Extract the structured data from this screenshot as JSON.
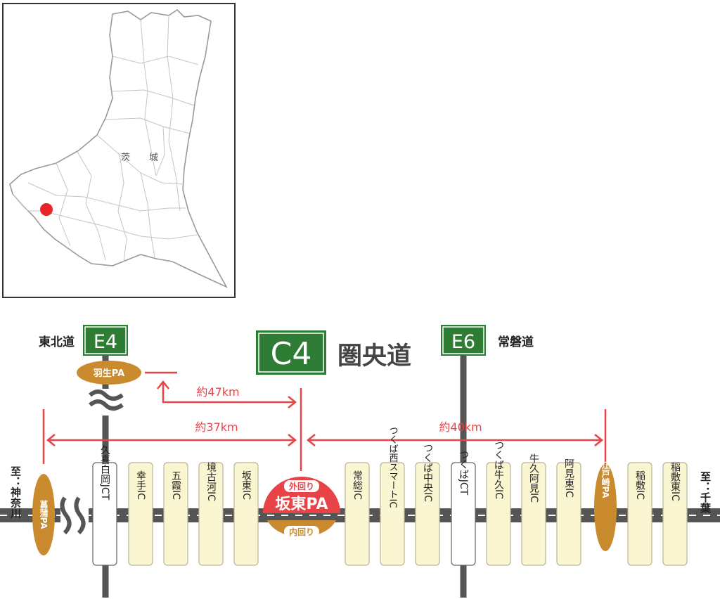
{
  "locator_map": {
    "prefecture_label_chars": [
      "茨",
      "城"
    ],
    "marker_color": "#e8262a"
  },
  "expressway": {
    "route_code": "C4",
    "route_name": "圏央道",
    "route_badge_color": "#2f7d34"
  },
  "junction_routes": [
    {
      "code": "E4",
      "name": "東北道"
    },
    {
      "code": "E6",
      "name": "常磐道"
    }
  ],
  "parking_areas": {
    "hanyu": "羽生PA",
    "sashima_left": "菖蒲PA",
    "edosaki": "江戸崎PA"
  },
  "distances": {
    "to_hanyu": "約47km",
    "to_west_pa": "約37km",
    "to_east_pa": "約40km"
  },
  "highlight": {
    "name": "坂東PA",
    "outer": "外回り",
    "inner": "内回り",
    "color": "#e84448",
    "inner_color": "#c98b2e"
  },
  "ends": {
    "west": "至：神奈川",
    "east": "至：千葉"
  },
  "interchanges_west": [
    "久喜白岡JCT",
    "幸手IC",
    "五霞IC",
    "境古河IC",
    "坂東IC"
  ],
  "interchanges_east": [
    "常総IC",
    "つくば西スマートIC",
    "つくば中央IC",
    "つくばJCT",
    "つくば牛久IC",
    "牛久阿見IC",
    "阿見東IC"
  ],
  "interchanges_far_east": [
    "稲敷IC",
    "稲敷東IC"
  ],
  "colors": {
    "road": "#555555",
    "ic_fill": "#fbf6d2",
    "ic_stroke": "#b9b39a",
    "jct_fill": "#ffffff",
    "pa_fill": "#c98b2e",
    "dim_line": "#e84448"
  }
}
